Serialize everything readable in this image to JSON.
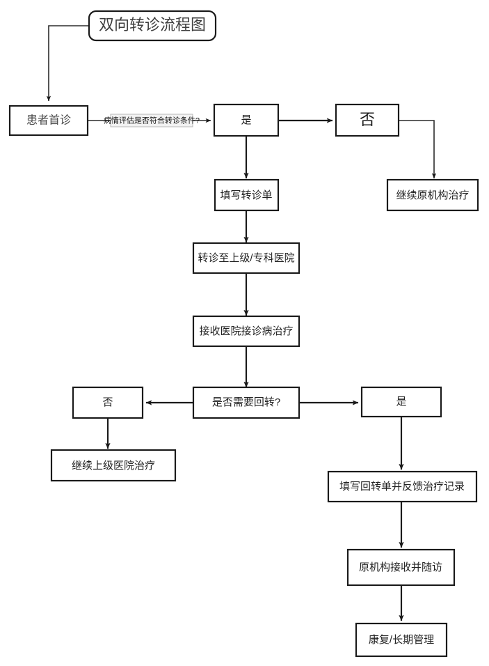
{
  "diagram": {
    "title": "双向转诊流程图",
    "background_color": "#ffffff",
    "line_color": "#1a1a1a",
    "node_fill": "#ffffff",
    "edge_label_fill": "#f2f2f2",
    "nodes": {
      "title": "双向转诊流程图",
      "first_visit": "患者首诊",
      "decision1_yes": "是",
      "decision1_no": "否",
      "continue_original": "继续原机构治疗",
      "fill_referral": "填写转诊单",
      "refer_to_upper": "转诊至上级/专科医院",
      "receive_hospital": "接收医院接诊病治疗",
      "decision2": "是否需要回转?",
      "decision2_no": "否",
      "decision2_yes": "是",
      "continue_upper": "继续上级医院治疗",
      "fill_back_referral": "填写回转单并反馈治疗记录",
      "original_receive": "原机构接收并随访",
      "rehab_management": "康复/长期管理"
    },
    "edge_labels": {
      "assessment": "病情评估是否符合转诊条件?"
    }
  }
}
